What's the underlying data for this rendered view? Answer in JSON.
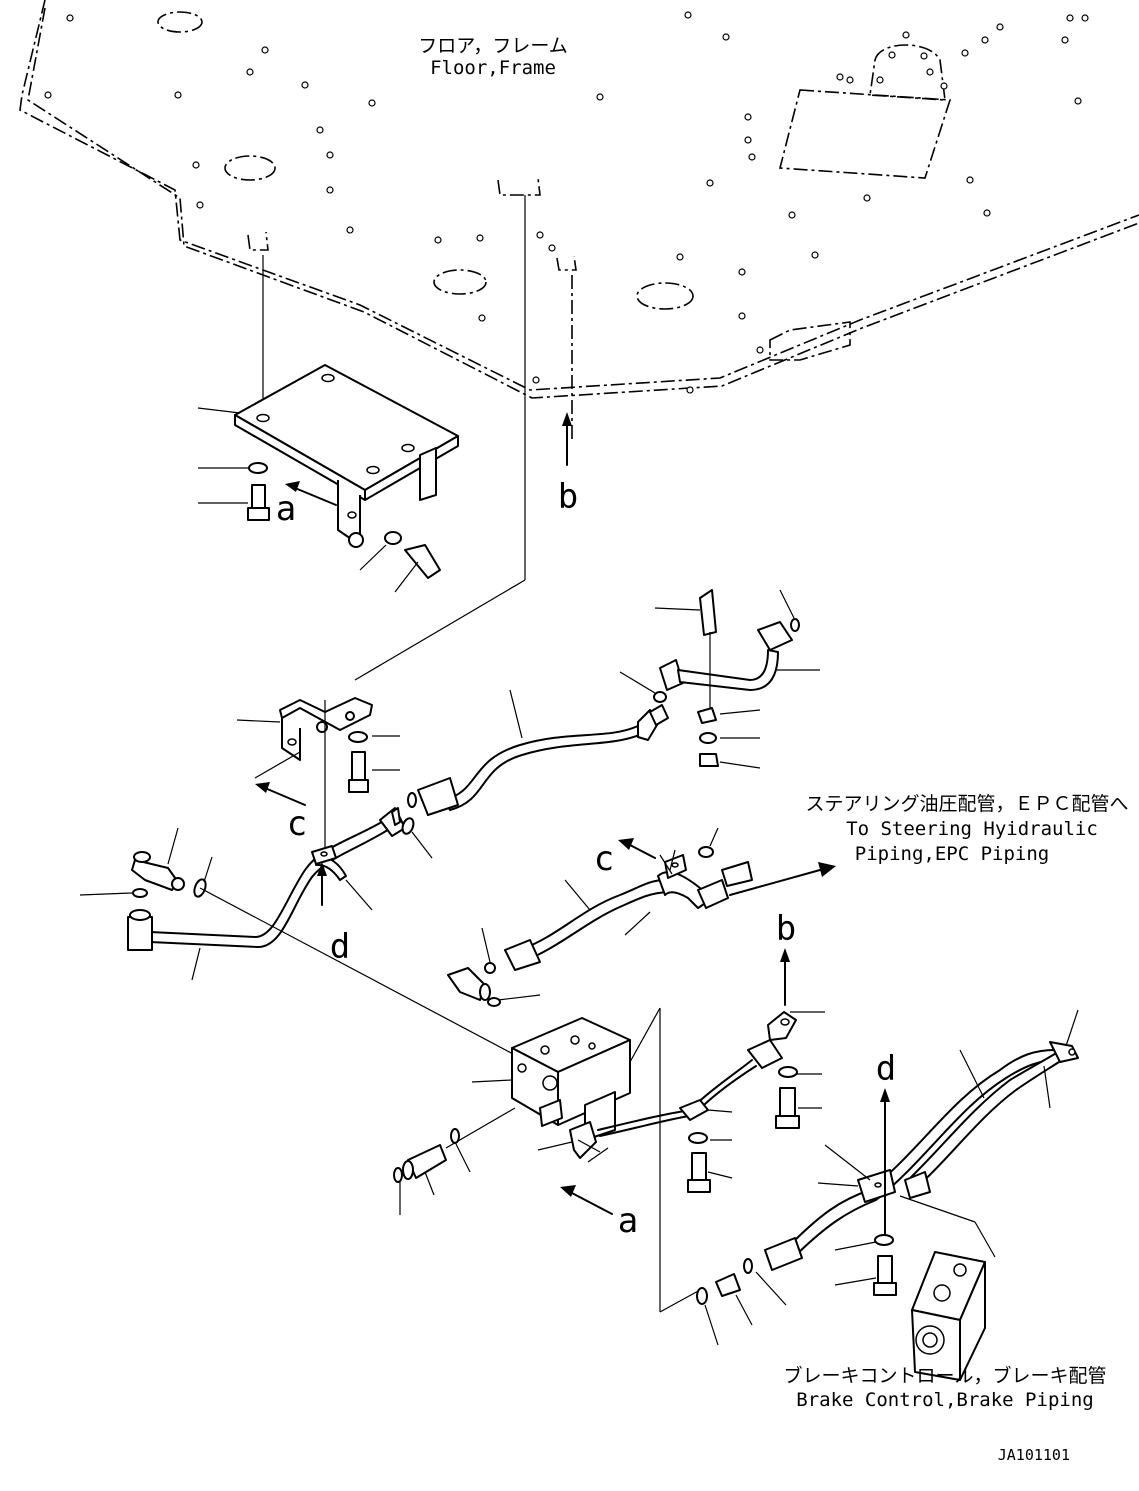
{
  "labels": {
    "floor_frame_jp": "フロア，フレーム",
    "floor_frame_en": "Floor,Frame",
    "steering_jp": "ステアリング油圧配管，ＥＰＣ配管へ",
    "steering_en_1": "To Steering Hyidraulic",
    "steering_en_2": "Piping,EPC Piping",
    "brake_jp": "ブレーキコントロール，ブレーキ配管",
    "brake_en": "Brake Control,Brake Piping",
    "drawing_code": "JA101101"
  },
  "view_letters": {
    "a1": "a",
    "a2": "a",
    "b1": "b",
    "b2": "b",
    "c1": "c",
    "c2": "c",
    "d1": "d",
    "d2": "d"
  }
}
